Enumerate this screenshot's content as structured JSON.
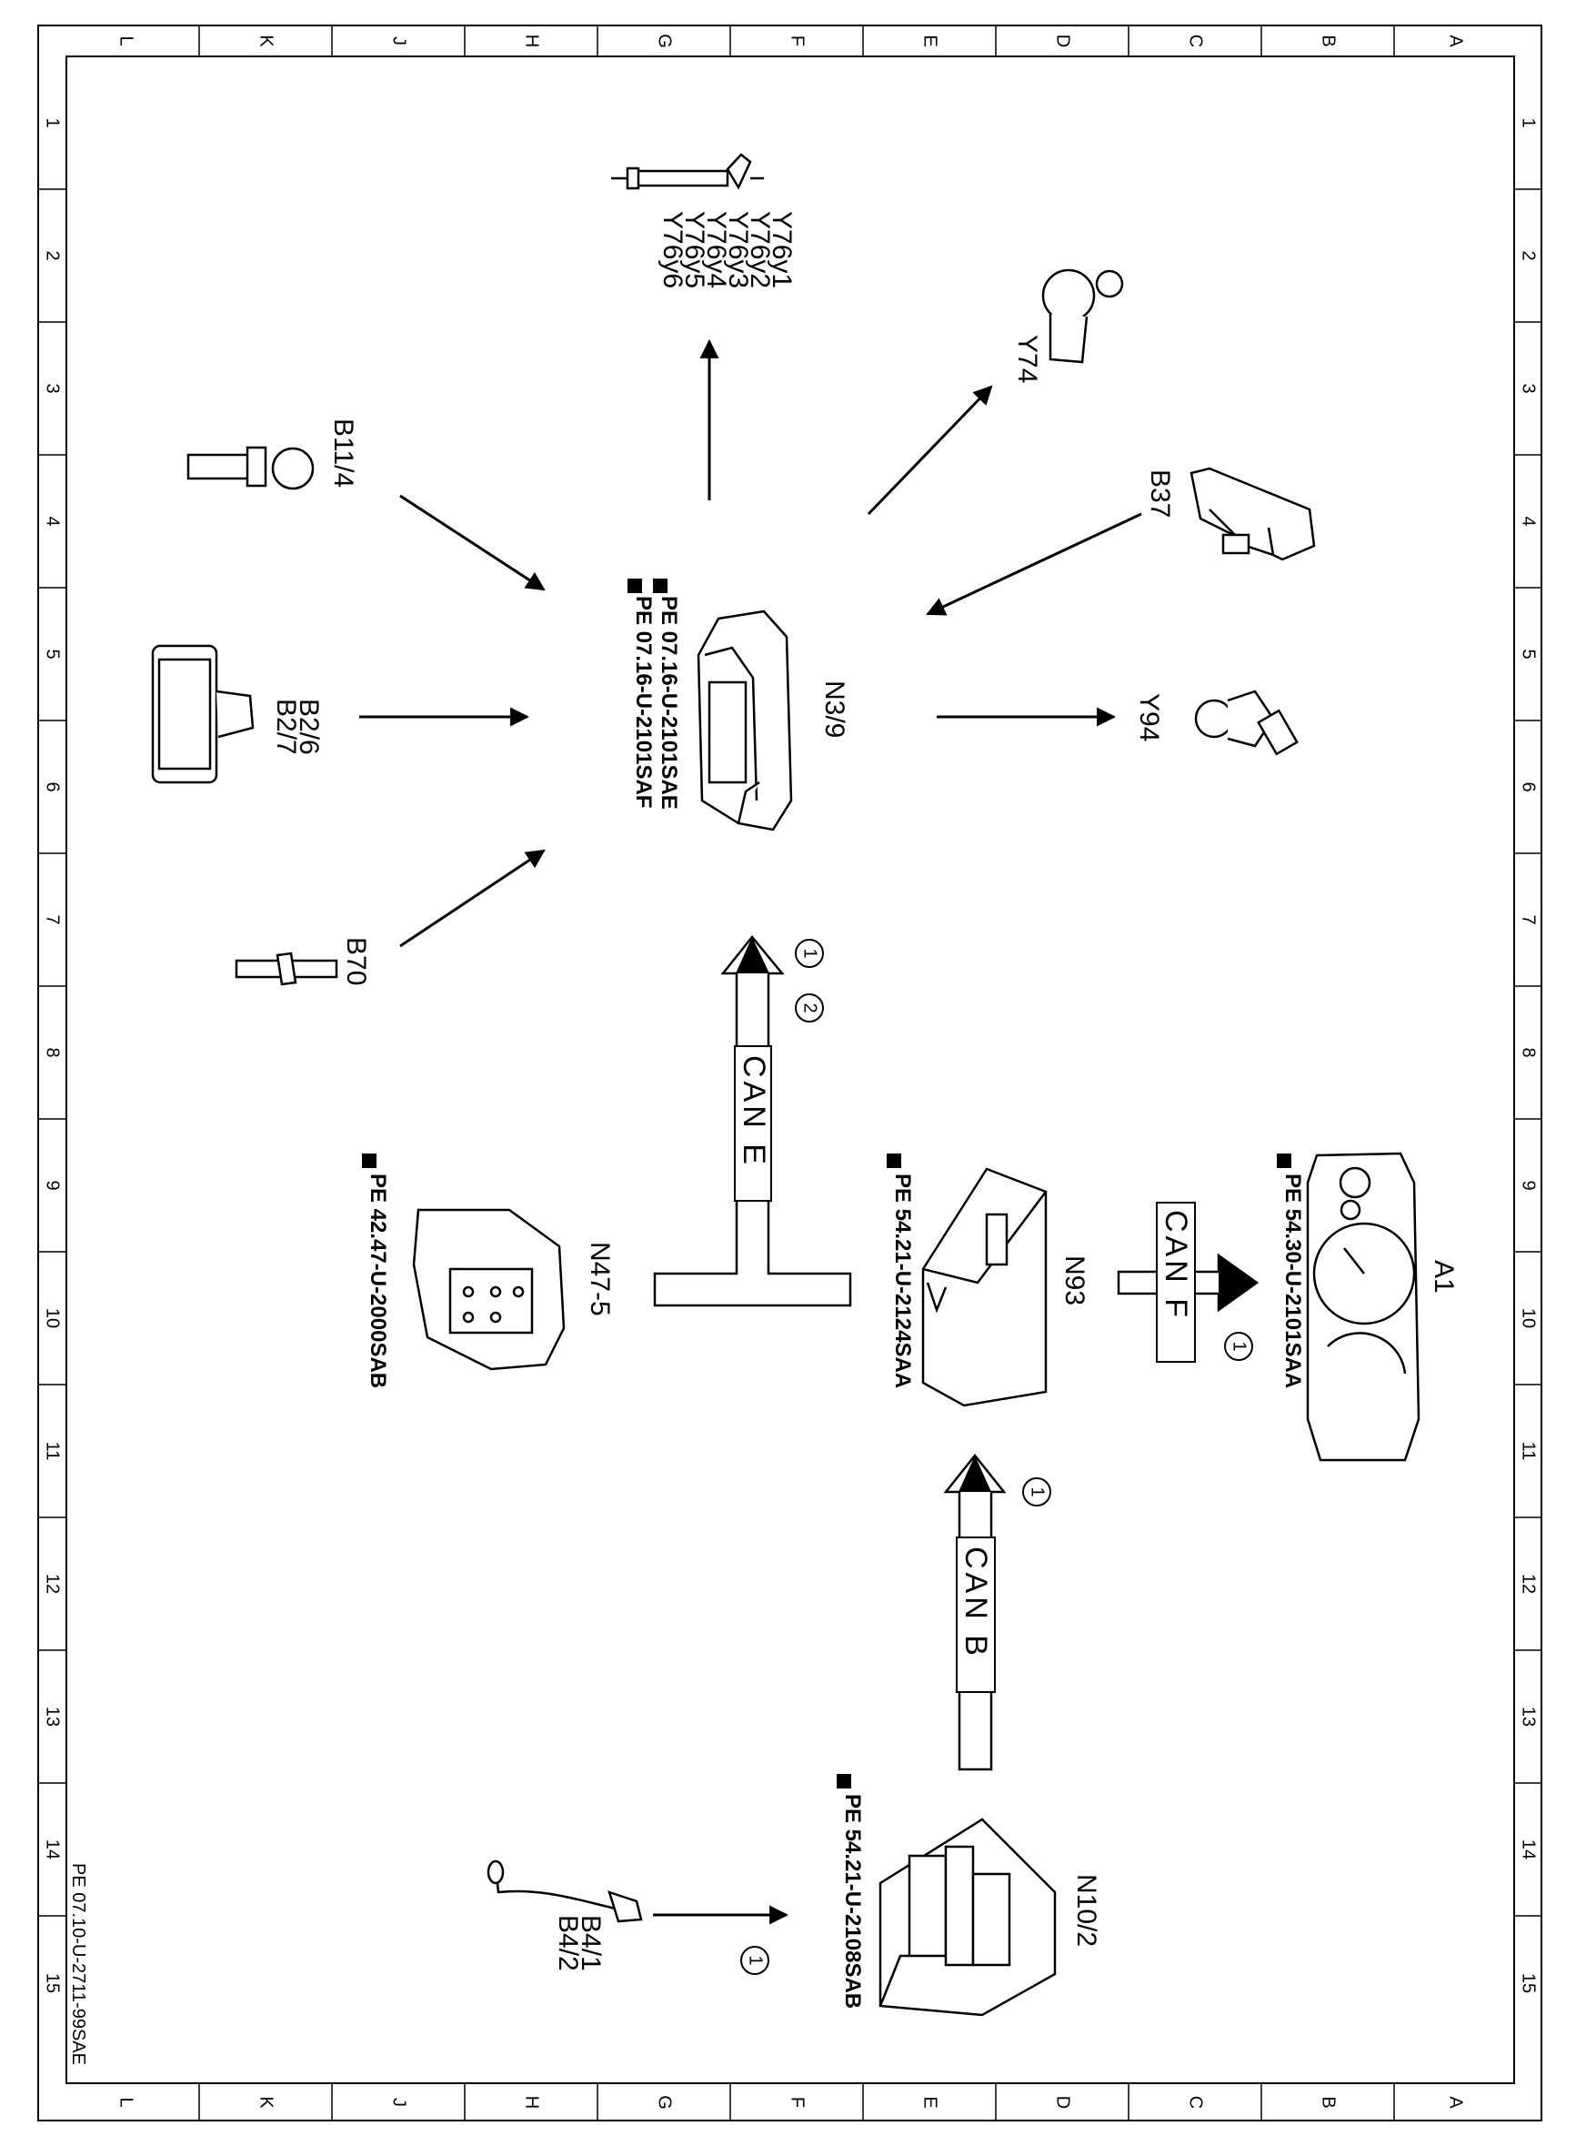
{
  "columns": [
    "L",
    "K",
    "J",
    "H",
    "G",
    "F",
    "E",
    "D",
    "C",
    "B",
    "A"
  ],
  "rows": [
    "1",
    "2",
    "3",
    "4",
    "5",
    "6",
    "7",
    "8",
    "9",
    "10",
    "11",
    "12",
    "13",
    "14",
    "15"
  ],
  "doc_id": "PE 07.10-U-2711-99SAE",
  "components": {
    "n3_9": {
      "label": "N3/9",
      "refs": [
        "PE 07.16-U-2101SAE",
        "PE 07.16-U-2101SAF"
      ]
    },
    "y76": {
      "labels": [
        "Y76y1",
        "Y76y2",
        "Y76y3",
        "Y76y4",
        "Y76y5",
        "Y76y6"
      ]
    },
    "y74": {
      "label": "Y74"
    },
    "b37": {
      "label": "B37"
    },
    "y94": {
      "label": "Y94"
    },
    "b11_4": {
      "label": "B11/4"
    },
    "b2": {
      "labels": [
        "B2/6",
        "B2/7"
      ]
    },
    "b70": {
      "label": "B70"
    },
    "n47_5": {
      "label": "N47-5",
      "ref": "PE 42.47-U-2000SAB"
    },
    "n93": {
      "label": "N93",
      "ref": "PE 54.21-U-2124SAA"
    },
    "a1": {
      "label": "A1",
      "ref": "PE 54.30-U-2101SAA"
    },
    "n10_2": {
      "label": "N10/2",
      "ref": "PE 54.21-U-2108SAB"
    },
    "b4": {
      "labels": [
        "B4/1",
        "B4/2"
      ]
    }
  },
  "buses": {
    "can_e": "CAN E",
    "can_f": "CAN F",
    "can_b": "CAN B"
  },
  "callouts": {
    "one": "1",
    "two": "2"
  }
}
